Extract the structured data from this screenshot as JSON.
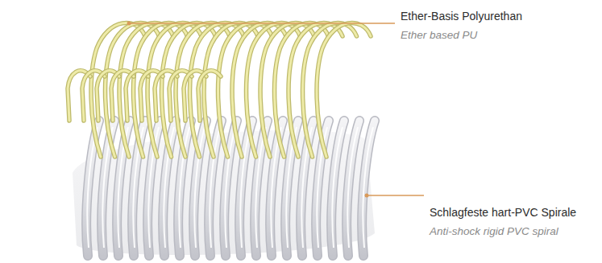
{
  "diagram": {
    "labels": [
      "Ether-Basis Polyurethan",
      "Ether based PU",
      "Schlagfeste hart-PVC Spirale",
      "Anti-shock rigid PVC spiral"
    ]
  }
}
